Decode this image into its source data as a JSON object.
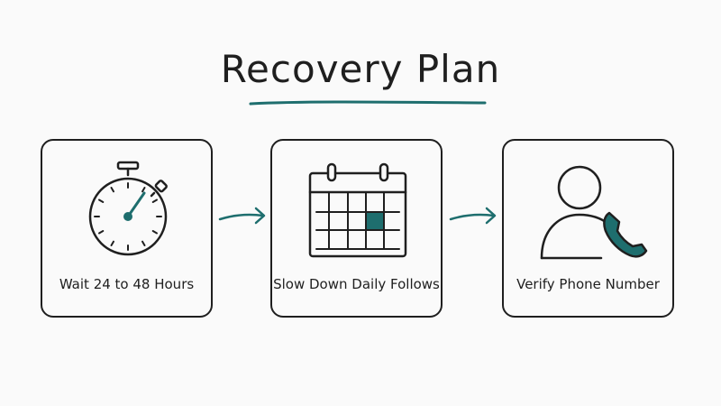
{
  "title": "Recovery Plan",
  "colors": {
    "accent": "#1e6e6e",
    "ink": "#1f1f1f",
    "background": "#fafafa"
  },
  "steps": [
    {
      "label": "Wait 24 to 48 Hours",
      "icon": "stopwatch-icon"
    },
    {
      "label": "Slow Down Daily Follows",
      "icon": "calendar-icon"
    },
    {
      "label": "Verify Phone Number",
      "icon": "user-phone-icon"
    }
  ]
}
